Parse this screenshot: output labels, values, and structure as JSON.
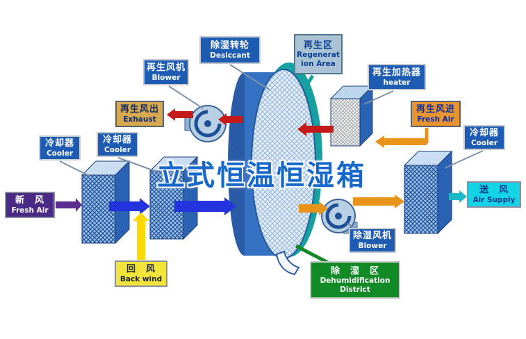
{
  "title": "立式恒温恒湿箱",
  "colors": {
    "label_blue": "#1e5cb3",
    "title_blue": "#1668cc",
    "arrow_blue": "#2333dd",
    "arrow_red": "#c41a1a",
    "arrow_orange": "#e8941a",
    "arrow_purple": "#5b2d8f",
    "arrow_yellow": "#ffd800",
    "arrow_cyan": "#1ab8c8",
    "regen_area_teal": "#17a0a0",
    "dehum_green": "#128a26"
  },
  "labels": {
    "regen_blower": {
      "zh": "再生风机",
      "en": "Blower"
    },
    "desiccant": {
      "zh": "除湿转轮",
      "en": "Desiccant"
    },
    "regen_area": {
      "zh": "再生区",
      "en": "Regeneration Area"
    },
    "regen_heater": {
      "zh": "再生加热器",
      "en": "heater"
    },
    "exhaust": {
      "zh": "再生风出",
      "en": "Exhaust"
    },
    "regen_fresh_air": {
      "zh": "再生风进",
      "en": "Fresh Air"
    },
    "cooler_left_outer": {
      "zh": "冷却器",
      "en": "Cooler"
    },
    "cooler_left_inner": {
      "zh": "冷却器",
      "en": "Cooler"
    },
    "cooler_right": {
      "zh": "冷却器",
      "en": "Cooler"
    },
    "fresh_air": {
      "zh": "新　风",
      "en": "Fresh Air"
    },
    "air_supply": {
      "zh": "送　风",
      "en": "Air Supply"
    },
    "back_wind": {
      "zh": "回　风",
      "en": "Back wind"
    },
    "dehum_blower": {
      "zh": "除湿风机",
      "en": "Blower"
    },
    "dehum_district": {
      "zh": "除　湿　区",
      "en": "Dehumidification District"
    }
  }
}
